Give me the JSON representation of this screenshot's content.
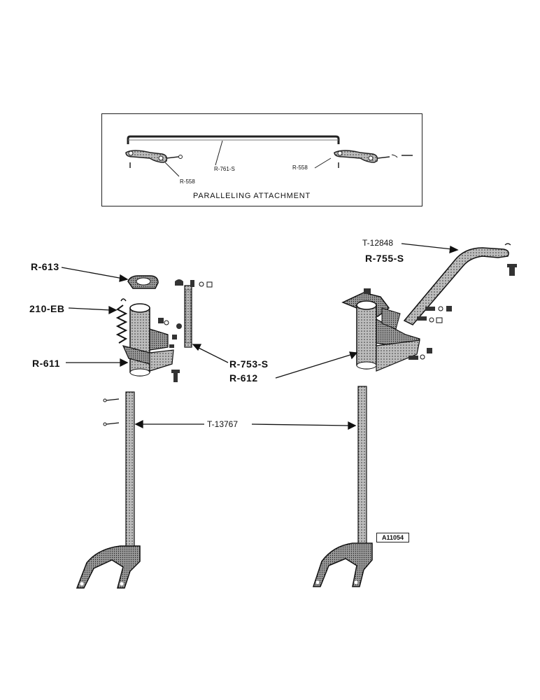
{
  "inset": {
    "title": "PARALLELING ATTACHMENT",
    "labels": {
      "left_arm": "R-558",
      "rod": "R-761-S",
      "right_arm": "R-558"
    }
  },
  "labels": {
    "r613": "R-613",
    "eb210": "210-EB",
    "r611": "R-611",
    "r753s": "R-753-S",
    "r612": "R-612",
    "t12848": "T-12848",
    "r755s": "R-755-S",
    "t13767": "T-13767"
  },
  "figure_id": "A11054"
}
